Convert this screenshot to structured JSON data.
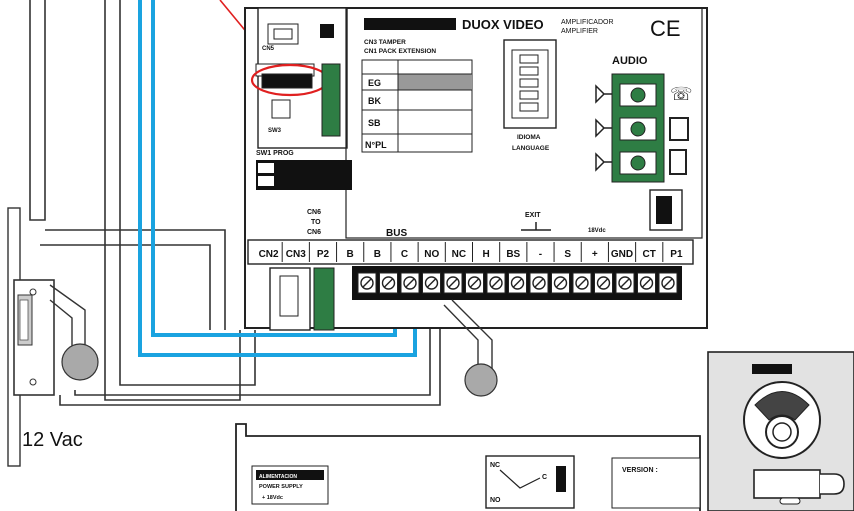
{
  "module": {
    "brand": "DUOX VIDEO",
    "subtitle_1": "AMPLIFICADOR",
    "subtitle_2": "AMPLIFIER",
    "ce_mark": "CE",
    "cn5_label": "CN5",
    "cn3_tamper": "CN3 TAMPER",
    "cn1_extension": "CN1 PACK EXTENSION",
    "sw_label": "SW3",
    "idioma": "IDIOMA",
    "language": "LANGUAGE",
    "audio": "AUDIO",
    "sw1_prog": "SW1 PROG",
    "cn6_to_cn6": [
      "CN6",
      "TO",
      "CN6"
    ],
    "bus": "BUS",
    "exit": "EXIT",
    "voltage": "18Vdc",
    "status_rows": [
      "EG",
      "BK",
      "SB",
      "N°PL"
    ],
    "terminals": [
      "CN2",
      "CN3",
      "P2",
      "B",
      "B",
      "C",
      "NO",
      "NC",
      "H",
      "BS",
      "-",
      "S",
      "+",
      "GND",
      "CT",
      "P1"
    ]
  },
  "lock": {
    "label": "12 Vac"
  },
  "power_supply": {
    "label_1": "ALIMENTACION",
    "label_2": "POWER SUPPLY",
    "label_3": "+ 18Vdc",
    "nc": "NC",
    "c": "C",
    "no": "NO",
    "version": "VERSION :"
  },
  "colors": {
    "wire_blue": "#1aa3e0",
    "highlight_red": "#e02020",
    "terminal_green": "#2e7d44",
    "line": "#222222"
  }
}
